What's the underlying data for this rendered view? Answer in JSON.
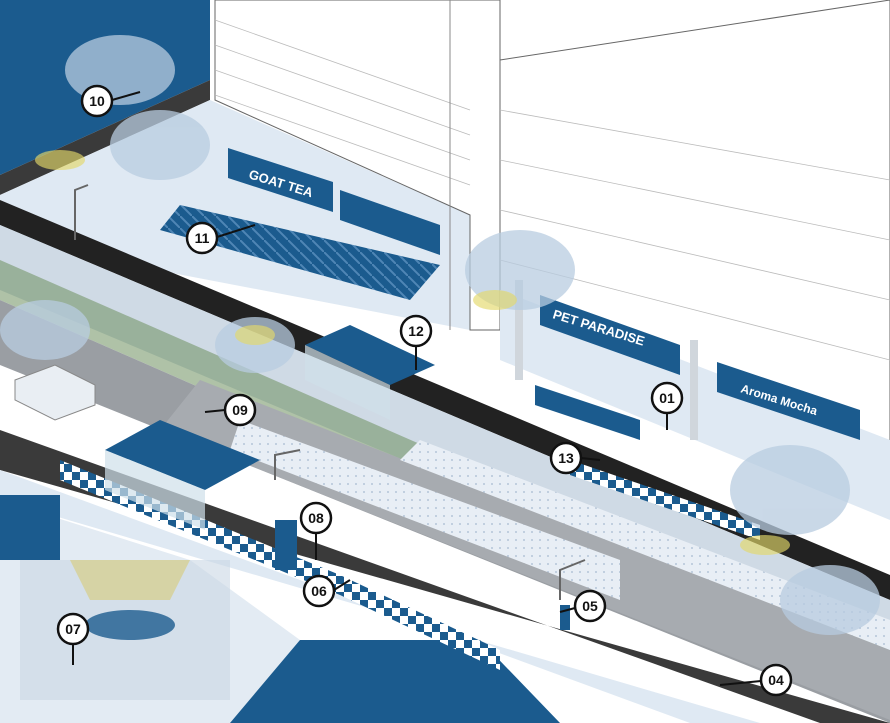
{
  "signs": {
    "goat_tea": "GOAT TEA",
    "pet_paradise": "PET PARADISE",
    "aroma_mocha": "Aroma Mocha"
  },
  "callouts": {
    "c01": "01",
    "c04": "04",
    "c05": "05",
    "c06": "06",
    "c07": "07",
    "c08": "08",
    "c09": "09",
    "c10": "10",
    "c11": "11",
    "c12": "12",
    "c13": "13"
  },
  "colors": {
    "brand_blue": "#1b5b8e",
    "light_blue": "#dfe9f3",
    "road_gray": "#8f9397",
    "dark": "#333333",
    "grass": "#6e8f5e",
    "building": "#ffffff"
  }
}
